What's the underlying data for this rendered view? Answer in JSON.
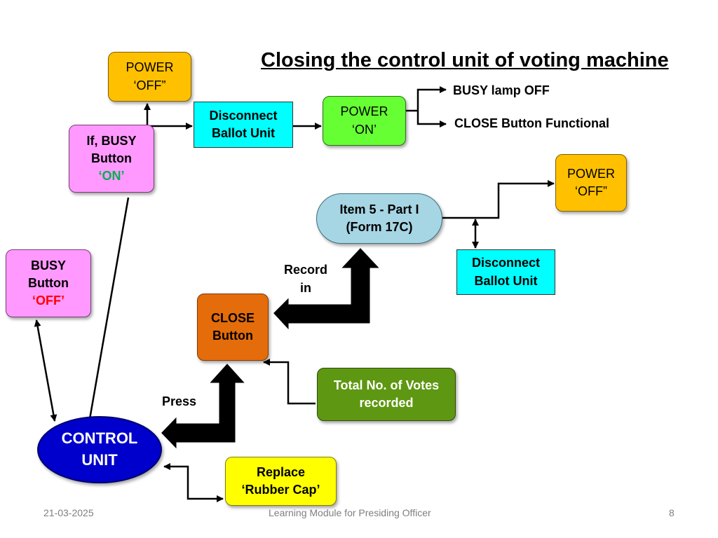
{
  "title": "Closing the control unit of voting machine",
  "nodes": {
    "power_off_top": {
      "line1": "POWER",
      "line2": "‘OFF”"
    },
    "if_busy_on": {
      "line1": "If, BUSY",
      "line2": "Button",
      "line3": "‘ON’"
    },
    "disconnect_top": {
      "line1": "Disconnect",
      "line2": "Ballot Unit"
    },
    "power_on": {
      "line1": "POWER",
      "line2": "‘ON’"
    },
    "busy_lamp_off": "BUSY lamp OFF",
    "close_functional": "CLOSE Button Functional",
    "power_off_right": {
      "line1": "POWER",
      "line2": "‘OFF”"
    },
    "item5": {
      "line1": "Item 5 - Part I",
      "line2": "(Form 17C)"
    },
    "disconnect_right": {
      "line1": "Disconnect",
      "line2": "Ballot Unit"
    },
    "busy_off": {
      "line1": "BUSY",
      "line2": "Button",
      "line3": "‘OFF’"
    },
    "record_in": {
      "line1": "Record",
      "line2": "in"
    },
    "close_button": {
      "line1": "CLOSE",
      "line2": "Button"
    },
    "total_votes": {
      "line1": "Total No. of Votes",
      "line2": "recorded"
    },
    "press": "Press",
    "control_unit": {
      "line1": "CONTROL",
      "line2": "UNIT"
    },
    "replace_cap": {
      "line1": "Replace",
      "line2": "‘Rubber Cap’"
    }
  },
  "colors": {
    "orange": "#ffc000",
    "pink": "#ff99ff",
    "cyan": "#00ffff",
    "green": "#66ff33",
    "light_blue": "#a6d5e3",
    "dark_orange": "#e46c0a",
    "olive": "#5e9711",
    "blue": "#0000cc",
    "yellow": "#ffff00",
    "on_text": "#00b050",
    "off_text": "#ff0000"
  },
  "footer": {
    "date": "21-03-2025",
    "center": "Learning Module for Presiding Officer",
    "page": "8"
  }
}
